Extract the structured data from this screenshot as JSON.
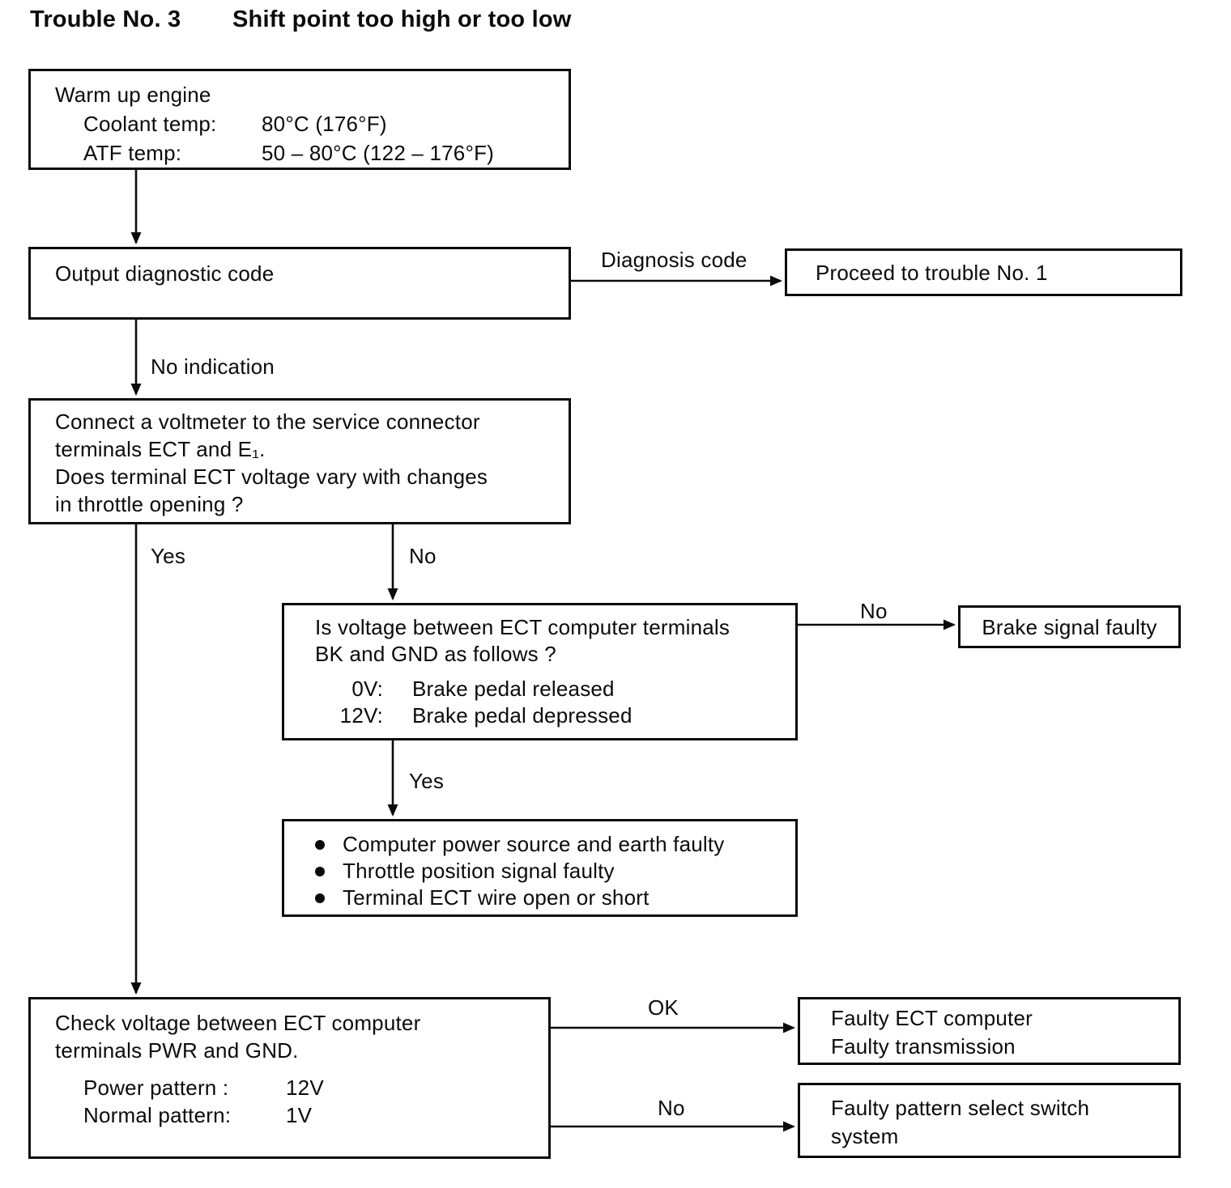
{
  "title": {
    "number": "Trouble No. 3",
    "text": "Shift point too high or too low"
  },
  "nodes": {
    "warm_up": {
      "title": "Warm up engine",
      "rows": [
        {
          "label": "Coolant temp:",
          "value": "80°C (176°F)"
        },
        {
          "label": "ATF temp:",
          "value": "50 – 80°C (122 – 176°F)"
        }
      ]
    },
    "output_code": {
      "text": "Output diagnostic code"
    },
    "proceed": {
      "text": "Proceed to trouble No. 1"
    },
    "voltmeter": {
      "lines": [
        "Connect a voltmeter to the service connector",
        "terminals ECT and E₁.",
        "Does terminal ECT voltage vary with changes",
        "in throttle opening ?"
      ]
    },
    "bk_gnd": {
      "lines": [
        "Is voltage between ECT computer terminals",
        "BK and GND as follows ?"
      ],
      "rows": [
        {
          "label": "0V:",
          "value": "Brake pedal released"
        },
        {
          "label": "12V:",
          "value": "Brake pedal depressed"
        }
      ]
    },
    "brake_faulty": {
      "text": "Brake signal faulty"
    },
    "causes": {
      "items": [
        "Computer power source and earth faulty",
        "Throttle position signal faulty",
        "Terminal ECT wire open or short"
      ]
    },
    "pwr_gnd": {
      "lines": [
        "Check voltage between ECT computer",
        "terminals PWR and GND."
      ],
      "rows": [
        {
          "label": "Power pattern :",
          "value": "12V"
        },
        {
          "label": "Normal pattern:",
          "value": "1V"
        }
      ]
    },
    "faulty_ect": {
      "lines": [
        "Faulty ECT computer",
        "Faulty transmission"
      ]
    },
    "faulty_pattern": {
      "lines": [
        "Faulty pattern select switch",
        "system"
      ]
    }
  },
  "edge_labels": {
    "diagnosis_code": "Diagnosis code",
    "no_indication": "No indication",
    "yes_1": "Yes",
    "no_1": "No",
    "no_2": "No",
    "yes_2": "Yes",
    "ok": "OK",
    "no_3": "No"
  },
  "colors": {
    "ink": "#0b0b0b",
    "paper": "#ffffff"
  }
}
